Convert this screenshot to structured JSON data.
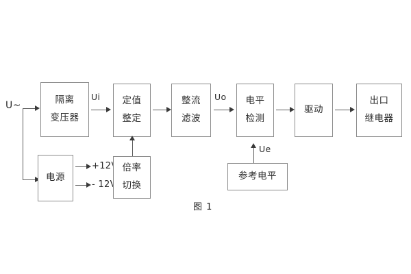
{
  "diagram": {
    "caption": "图 1",
    "source_label": "U~",
    "blocks": [
      {
        "id": "isolation-transformer",
        "lines": [
          "隔离",
          "变压器"
        ]
      },
      {
        "id": "setpoint-adjust",
        "lines": [
          "定值",
          "整定"
        ]
      },
      {
        "id": "rectify-filter",
        "lines": [
          "整流",
          "滤波"
        ]
      },
      {
        "id": "level-detect",
        "lines": [
          "电平",
          "检测"
        ]
      },
      {
        "id": "drive",
        "lines": [
          "驱动"
        ]
      },
      {
        "id": "output-relay",
        "lines": [
          "出口",
          "继电器"
        ]
      },
      {
        "id": "power-supply",
        "lines": [
          "电源"
        ]
      },
      {
        "id": "multiplier-switch",
        "lines": [
          "倍率",
          "切换"
        ]
      },
      {
        "id": "reference-level",
        "lines": [
          "参考电平"
        ]
      }
    ],
    "signals": {
      "ui": "Ui",
      "uo": "Uo",
      "ue": "Ue"
    },
    "rails": {
      "positive": "+12V",
      "negative": "- 12V"
    }
  }
}
